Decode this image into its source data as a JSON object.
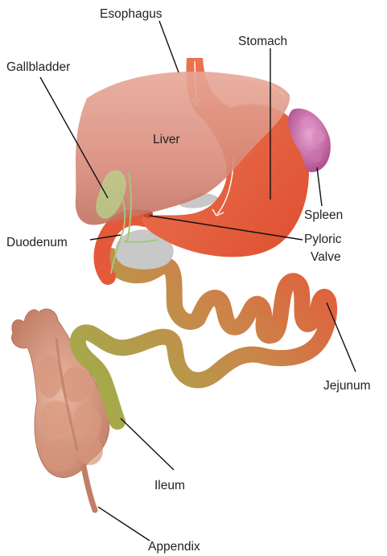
{
  "labels": {
    "esophagus": "Esophagus",
    "stomach": "Stomach",
    "gallbladder": "Gallbladder",
    "liver": "Liver",
    "spleen": "Spleen",
    "duodenum": "Duodenum",
    "pyloric_line1": "Pyloric",
    "pyloric_line2": "Valve",
    "jejunum": "Jejunum",
    "ileum": "Ileum",
    "appendix": "Appendix"
  },
  "colors": {
    "liver": "#d98a7a",
    "stomach": "#e4593a",
    "spleen": "#c86aa8",
    "gallbladder": "#b6d68a",
    "pancreas": "#c8c8c8",
    "intestine_start": "#e4593a",
    "intestine_mid": "#c9924a",
    "intestine_end": "#a6a84a",
    "large_intestine": "#d9a088"
  }
}
